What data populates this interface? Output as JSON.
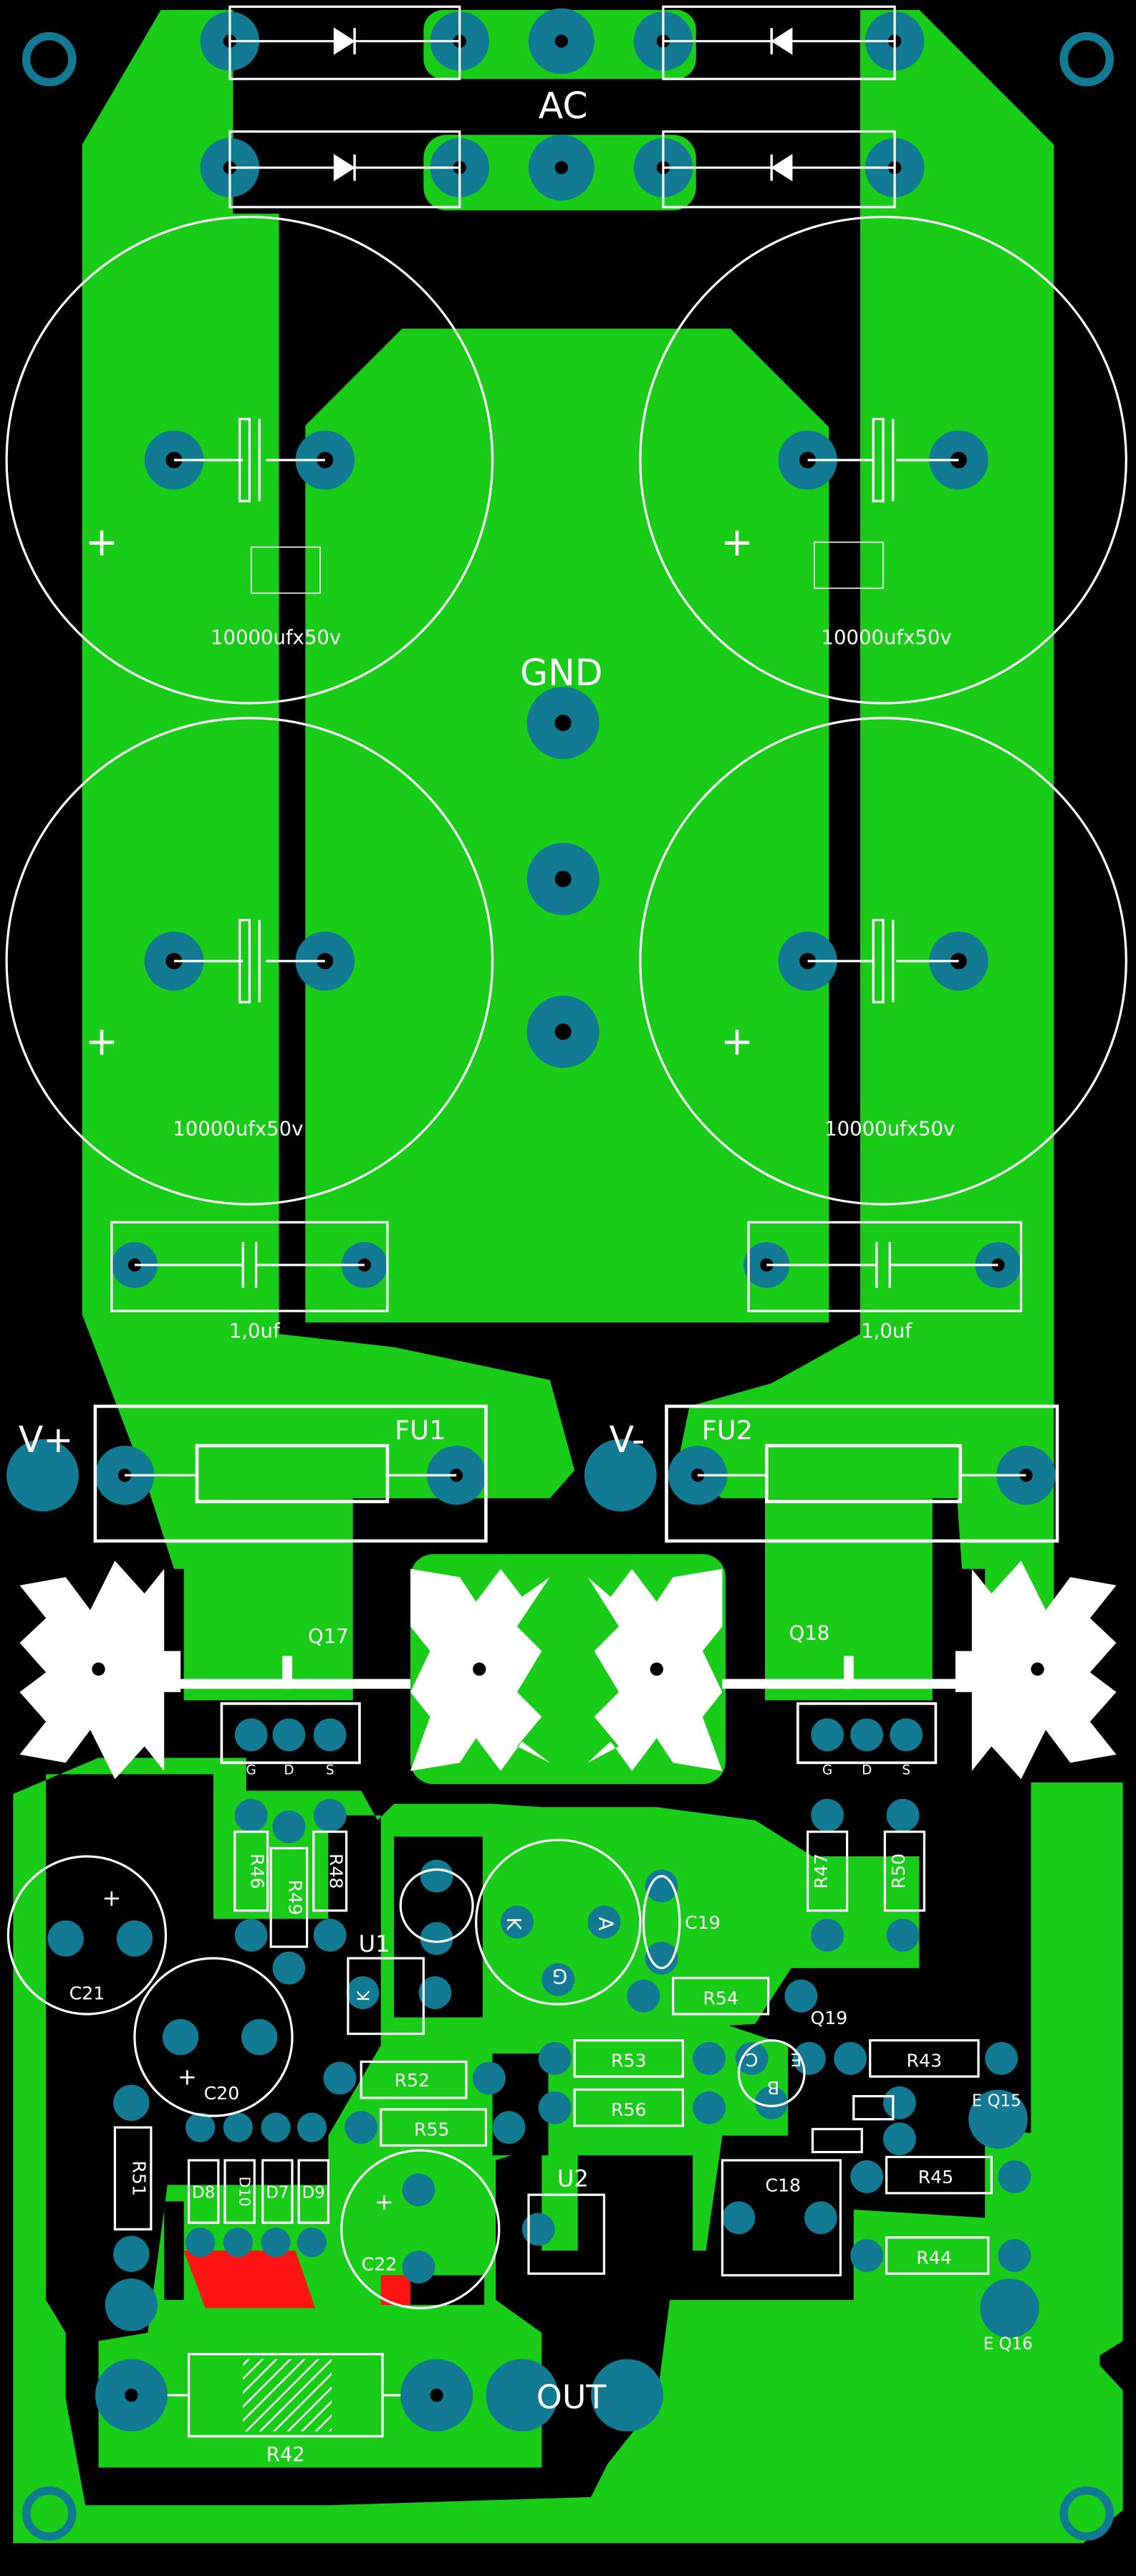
{
  "colors": {
    "background": "#000000",
    "copper": "#18cc18",
    "pad": "#137a94",
    "hole": "#000000",
    "silk": "#ffffff",
    "highlight": "#ff1414"
  },
  "labels": {
    "ac": "AC",
    "gnd": "GND",
    "v_plus": "V+",
    "v_minus": "V-",
    "fu1": "FU1",
    "fu2": "FU2",
    "q17": "Q17",
    "q18": "Q18",
    "q19": "Q19",
    "u1": "U1",
    "u2": "U2",
    "out": "OUT",
    "plus": "+",
    "g": "G",
    "d": "D",
    "s": "S",
    "k": "K",
    "a": "A",
    "b": "B",
    "c": "C",
    "e": "E",
    "e_q15": "E Q15",
    "e_q16": "E Q16"
  },
  "components": {
    "cap_big_1": "10000ufx50v",
    "cap_big_2": "10000ufx50v",
    "cap_big_3": "10000ufx50v",
    "cap_big_4": "10000ufx50v",
    "cap_small_1": "1,0uf",
    "cap_small_2": "1,0uf",
    "r46": "R46",
    "r48": "R48",
    "r49": "R49",
    "r47": "R47",
    "r50": "R50",
    "c19": "C19",
    "c20": "C20",
    "c21": "C21",
    "c22": "C22",
    "c18": "C18",
    "r54": "R54",
    "r53": "R53",
    "r56": "R56",
    "r43": "R43",
    "r45": "R45",
    "r44": "R44",
    "r52": "R52",
    "r55": "R55",
    "r51": "R51",
    "r42": "R42",
    "d8": "D8",
    "d10": "D10",
    "d7": "D7",
    "d9": "D9"
  }
}
